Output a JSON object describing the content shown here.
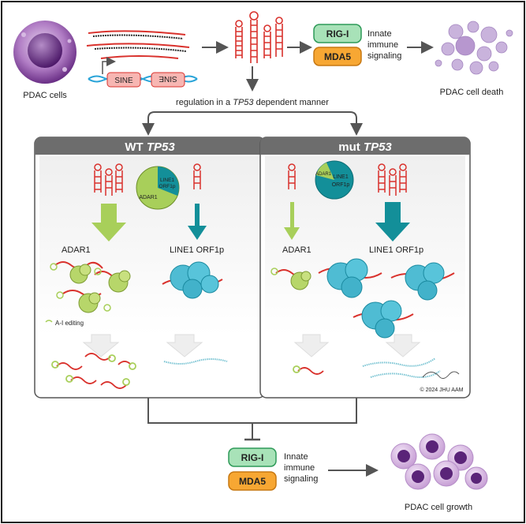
{
  "top": {
    "pdac_cells_label": "PDAC cells",
    "sine_label": "SINE",
    "sine_reverse_label": "SINE",
    "rig_label": "RIG-I",
    "mda_label": "MDA5",
    "signaling_line1": "Innate",
    "signaling_line2": "immune",
    "signaling_line3": "signaling",
    "death_label": "PDAC cell death",
    "regulation_prefix": "regulation in a ",
    "regulation_gene": "TP53",
    "regulation_suffix": " dependent manner"
  },
  "wt": {
    "header_prefix": "WT ",
    "header_gene": "TP53",
    "pie_adar": "ADAR1",
    "pie_line1_a": "LINE1",
    "pie_line1_b": "ORF1p",
    "adar_label": "ADAR1",
    "line1_label": "LINE1 ORF1p",
    "legend_label": "A-I editing"
  },
  "mut": {
    "header_prefix": "mut ",
    "header_gene": "TP53",
    "pie_adar": "ADAR1",
    "pie_line1_a": "LINE1",
    "pie_line1_b": "ORF1p",
    "adar_label": "ADAR1",
    "line1_label": "LINE1 ORF1p",
    "signature": "© 2024 JHU AAM"
  },
  "bottom": {
    "rig_label": "RIG-I",
    "mda_label": "MDA5",
    "signaling_line1": "Innate",
    "signaling_line2": "immune",
    "signaling_line3": "signaling",
    "growth_label": "PDAC cell growth"
  },
  "colors": {
    "rig_fill": "#a8e2b8",
    "rig_stroke": "#2e9a58",
    "mda_fill": "#f7a733",
    "sine_fill": "#f7b6b2",
    "panel_header": "#6d6d6d",
    "adar_green": "#a8cf5a",
    "line1_teal": "#138f99",
    "rna_red": "#d9312c"
  }
}
